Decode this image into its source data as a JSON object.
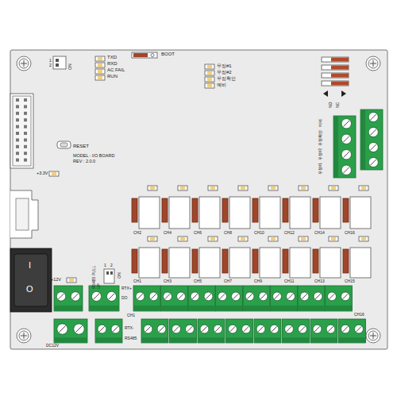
{
  "diagram": {
    "labels": [
      "ON",
      "1",
      "2",
      "TXD",
      "RXD",
      "AC FAIL",
      "RUN",
      "BOOT",
      "무정#1",
      "무정#2",
      "무정확인",
      "예비",
      "NO",
      "NC",
      "예비",
      "무정확인",
      "무정#2",
      "무정#1",
      "RESET",
      "MODEL : I/O BOARD",
      "REV : 2.0.0",
      "+3.3V",
      "I",
      "O",
      "CH2",
      "CH4",
      "CH6",
      "CH8",
      "CH10",
      "CH12",
      "CH14",
      "CH16",
      "CH1",
      "CH3",
      "CH5",
      "CH7",
      "CH9",
      "CH11",
      "CH13",
      "CH15",
      "+12V",
      "RS485 PULL UP",
      "ON",
      "1",
      "2",
      "RTX+",
      "DO",
      "CH1",
      "RTX-",
      "RS485",
      "DC12V",
      "CH16"
    ]
  }
}
